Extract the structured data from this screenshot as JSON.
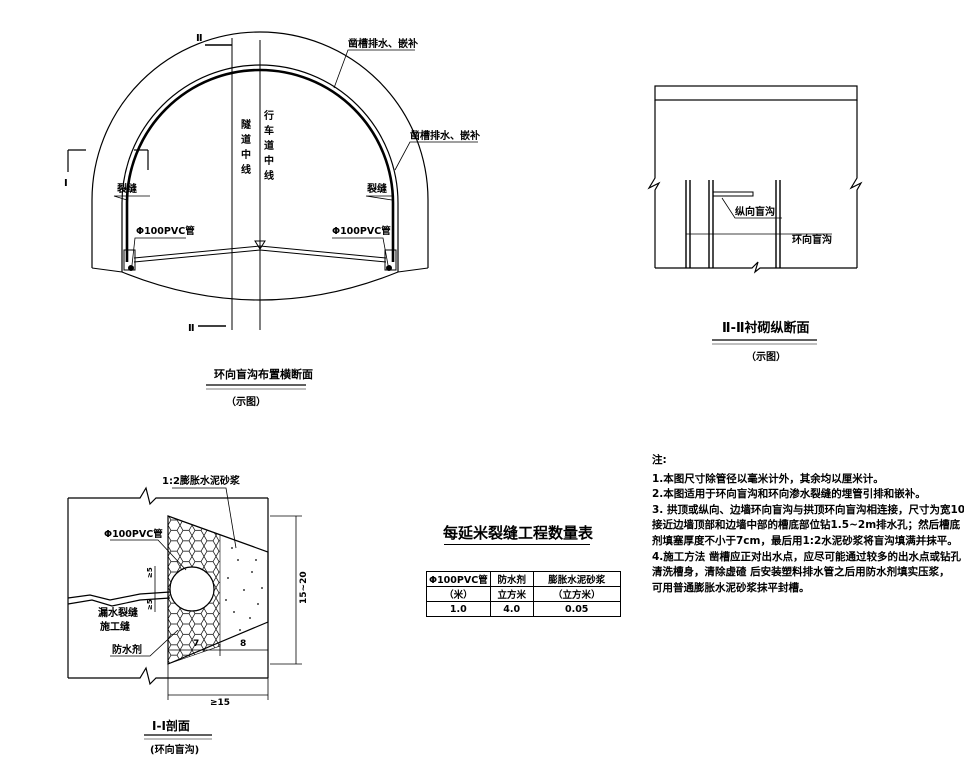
{
  "cross_section": {
    "top_label_ii": "Ⅱ",
    "bottom_label_ii": "Ⅱ",
    "left_label_i": "I",
    "tunnel_centerline": [
      "隧",
      "道",
      "中",
      "线"
    ],
    "lane_centerline": [
      "行",
      "车",
      "道",
      "中",
      "线"
    ],
    "groove_label_top": "凿槽排水、嵌补",
    "groove_label_right": "凿槽排水、嵌补",
    "crack_left": "裂缝",
    "crack_right": "裂缝",
    "pvc_left": "Φ100PVC管",
    "pvc_right": "Φ100PVC管",
    "title": "环向盲沟布置横断面",
    "subtitle": "（示图）"
  },
  "longitudinal": {
    "longitudinal_drain": "纵向盲沟",
    "circumferential_drain": "环向盲沟",
    "title": "Ⅱ-Ⅱ衬砌纵断面",
    "subtitle": "（示图）"
  },
  "section_detail": {
    "mortar_label": "1:2膨胀水泥砂浆",
    "pvc_label": "Φ100PVC管",
    "dim_5_top": "≥5",
    "dim_5_bottom": "≥5",
    "leak_crack": "漏水裂缝",
    "construction_joint": "施工缝",
    "waterproof": "防水剂",
    "dim_7": "7",
    "dim_8": "8",
    "dim_15_20": "15~20",
    "dim_15": "≥15",
    "title": "I-I剖面",
    "subtitle": "(环向盲沟)"
  },
  "quantity_table": {
    "title": "每延米裂缝工程数量表",
    "headers": [
      "Φ100PVC管",
      "防水剂",
      "膨胀水泥砂浆"
    ],
    "units": [
      "（米）",
      "立方米",
      "（立方米）"
    ],
    "values": [
      "1.0",
      "4.0",
      "0.05"
    ]
  },
  "notes": {
    "heading": "注:",
    "lines": [
      "1.本图尺寸除管径以毫米计外，其余均以厘米计。",
      "2.本图适用于环向盲沟和环向渗水裂缝的埋管引排和嵌补。",
      "3. 拱顶或纵向、边墙环向盲沟与拱顶环向盲沟相连接，尺寸为宽10",
      "   接近边墙顶部和边墙中部的槽底部位钻1.5~2m排水孔；然后槽底",
      "   剂填塞厚度不小于7cm，最后用1:2水泥砂浆将盲沟填满并抹平。",
      "4.施工方法 凿槽应正对出水点，应尽可能通过较多的出水点或钻孔",
      "   清洗槽身，清除虚碴 后安装塑料排水管之后用防水剂填实压浆，",
      "   可用普通膨胀水泥砂浆抹平封槽。"
    ]
  }
}
